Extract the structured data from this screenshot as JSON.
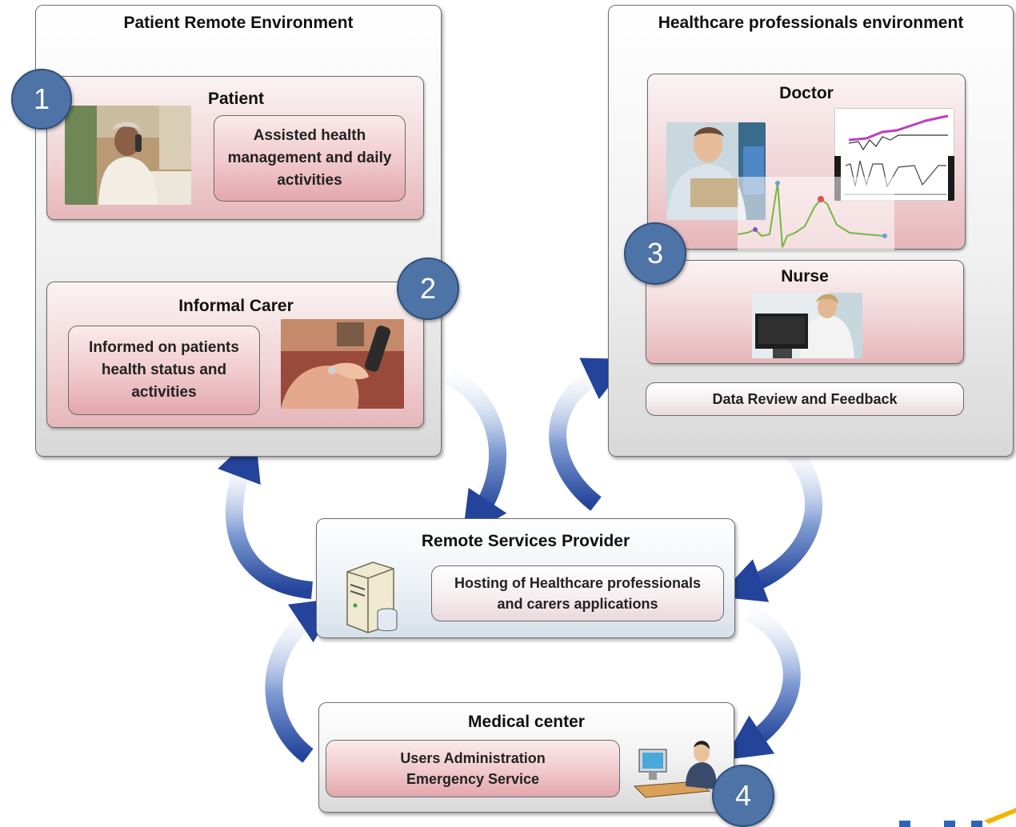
{
  "patient_env": {
    "title": "Patient Remote Environment",
    "patient": {
      "title": "Patient",
      "box": "Assisted health management and daily activities"
    },
    "carer": {
      "title": "Informal Carer",
      "box": "Informed on patients health status and activities"
    }
  },
  "hp_env": {
    "title": "Healthcare professionals environment",
    "doctor": {
      "title": "Doctor"
    },
    "nurse": {
      "title": "Nurse"
    },
    "feedback": "Data Review and Feedback"
  },
  "provider": {
    "title": "Remote Services Provider",
    "box": "Hosting of Healthcare professionals and carers  applications"
  },
  "medical": {
    "title": "Medical center",
    "box_line1": "Users Administration",
    "box_line2": "Emergency Service"
  },
  "badges": [
    "1",
    "2",
    "3",
    "4"
  ],
  "colors": {
    "badge": "#4e73a6",
    "arrow": "#2e4d9a",
    "panel_pink": "#f0c8cc",
    "logo_yellow": "#f5b400",
    "logo_blue": "#2f63b8"
  }
}
